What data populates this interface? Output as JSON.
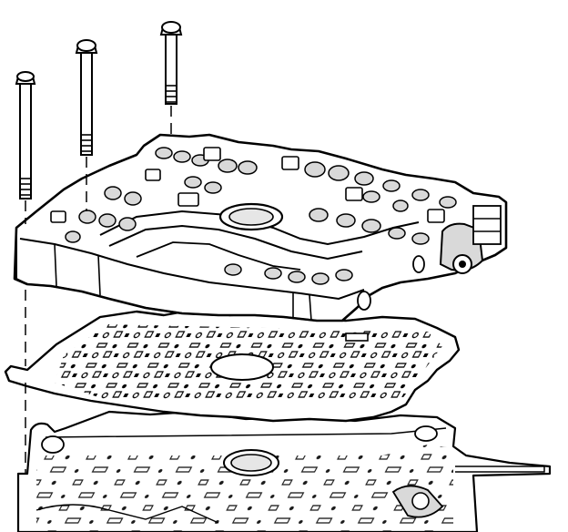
{
  "diagram": {
    "colors": {
      "line": "#000000",
      "fill": "#ffffff",
      "shade": "#d9d9d9",
      "light_shade": "#ededed"
    },
    "parts": [
      "valve-body",
      "spacer-plate-gasket",
      "transmission-case",
      "bolt"
    ],
    "bolt_count": 3
  }
}
